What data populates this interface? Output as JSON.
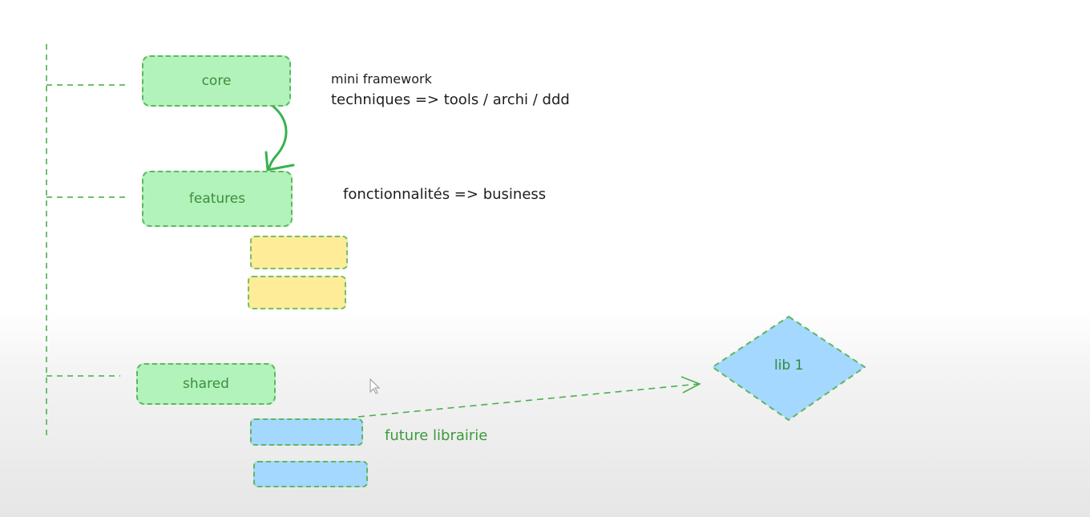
{
  "nodes": {
    "core": "core",
    "features": "features",
    "shared": "shared",
    "lib": "lib 1"
  },
  "notes": {
    "core_line1": "mini framework",
    "core_line2": "techniques => tools / archi / ddd",
    "features": "fonctionnalités => business",
    "future": "future librairie"
  },
  "colors": {
    "green_fill": "#b2f2bb",
    "yellow_fill": "#ffec99",
    "blue_fill": "#a5d8ff",
    "stroke": "#5fb65f"
  }
}
